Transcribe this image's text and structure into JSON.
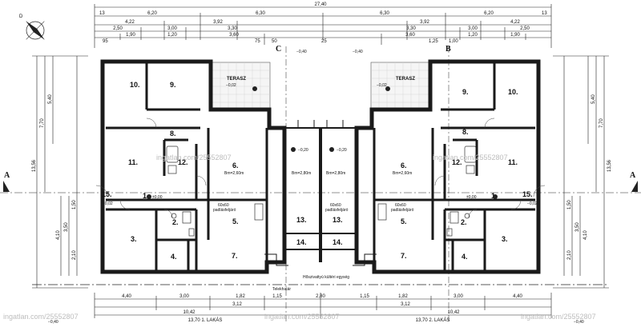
{
  "dims_top": {
    "overall": "27,40",
    "row1": [
      "6,20",
      "6,30",
      "6,30",
      "6,20"
    ],
    "row2": [
      "4,22",
      "3,92",
      "3,92",
      "4,22"
    ],
    "row3": [
      "2,50",
      "3,00",
      "3,30",
      "3,30",
      "3,00",
      "2,50"
    ],
    "row4": [
      "1,90",
      "1,20",
      "3,60",
      "3,60",
      "1,20",
      "1,90"
    ],
    "small": [
      "13",
      "95",
      "75",
      "50",
      "25",
      "1,25",
      "1,00",
      "13"
    ]
  },
  "dims_bottom": {
    "row1": [
      "4,40",
      "3,00",
      "1,82",
      "1,15",
      "2,80",
      "1,15",
      "1,82",
      "3,00",
      "4,40"
    ],
    "row2": [
      "3,12",
      "3,12"
    ],
    "row3": [
      "10,42",
      "10,42"
    ],
    "totals": [
      "13,70 1. LAKÁS",
      "13,70 2. LAKÁS"
    ]
  },
  "dims_side": {
    "left": [
      "13,56",
      "7,70",
      "5,40",
      "4,10",
      "3,50",
      "1,50",
      "2,10"
    ],
    "right": [
      "13,56",
      "7,70",
      "5,40",
      "4,10",
      "3,50",
      "1,50",
      "2,10"
    ]
  },
  "section_marks": {
    "a": "A",
    "c": "C",
    "b": "B"
  },
  "north": {
    "label": "D"
  },
  "rooms_left": [
    {
      "no": "10."
    },
    {
      "no": "9."
    },
    {
      "no": "8."
    },
    {
      "no": "11."
    },
    {
      "no": "12."
    },
    {
      "no": "6."
    },
    {
      "no": "15."
    },
    {
      "no": "1."
    },
    {
      "no": "2."
    },
    {
      "no": "3."
    },
    {
      "no": "4."
    },
    {
      "no": "5."
    },
    {
      "no": "7."
    },
    {
      "no": "13."
    },
    {
      "no": "14."
    }
  ],
  "rooms_right": [
    {
      "no": "9."
    },
    {
      "no": "10."
    },
    {
      "no": "8."
    },
    {
      "no": "12."
    },
    {
      "no": "11."
    },
    {
      "no": "6."
    },
    {
      "no": "15."
    },
    {
      "no": "1."
    },
    {
      "no": "2."
    },
    {
      "no": "3."
    },
    {
      "no": "4."
    },
    {
      "no": "5."
    },
    {
      "no": "7."
    },
    {
      "no": "13."
    },
    {
      "no": "14."
    }
  ],
  "terrace": "TERASZ",
  "levels": {
    "terrace": "−0,02",
    "hall": "±0,00",
    "entry": "−0,02",
    "garage": "−0,20",
    "top_left": "−0,40",
    "top_right": "−0,40",
    "bottom_left": "−0,40",
    "bottom_right": "−0,40"
  },
  "room_heights": {
    "living": "Bm=2,60m",
    "garage": "Bm=2,80m"
  },
  "hatch": {
    "line1": "60x60",
    "line2": "padlásfeljáró"
  },
  "annotations": {
    "heat_pump": "Hőszivattyú kültéri egység",
    "boundary": "Telekhatár"
  },
  "watermark": "ingatlan.com/25552807"
}
